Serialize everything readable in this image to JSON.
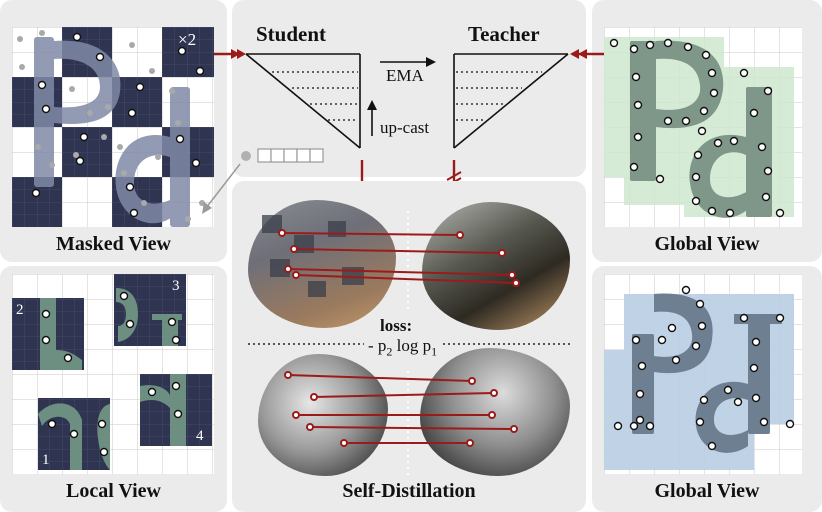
{
  "labels": {
    "masked_view": "Masked View",
    "local_view": "Local View",
    "global_view_top": "Global View",
    "global_view_bottom": "Global View",
    "self_distillation": "Self-Distillation",
    "student": "Student",
    "teacher": "Teacher",
    "ema": "EMA",
    "up_cast": "up-cast",
    "loss_title": "loss:",
    "loss_formula": "- p2 log p1",
    "times_two": "×2",
    "crop_numbers": [
      "1",
      "2",
      "3",
      "4"
    ]
  },
  "colors": {
    "panel_bg": "#ebebeb",
    "dark_cell": "#2f3450",
    "mask_letter": "#7f8aa6",
    "local_letter": "#6c8f82",
    "global_green_bg": "#cfe8cf",
    "global_green_letter": "#7e9788",
    "global_blue_bg": "#b9cde3",
    "global_blue_letter": "#6e7f92",
    "arrow_red": "#9b1b1b"
  },
  "icons": {
    "token_strip": "token-strip-icon",
    "student_network": "trapezoid-network-icon",
    "teacher_network": "trapezoid-network-icon"
  }
}
